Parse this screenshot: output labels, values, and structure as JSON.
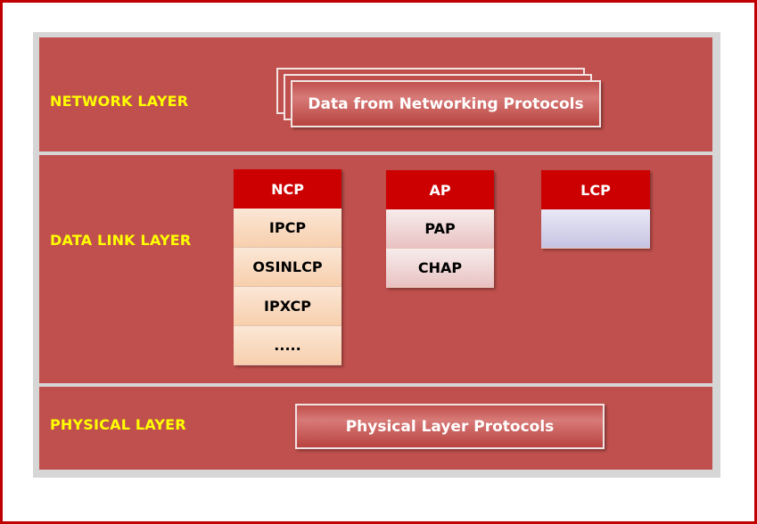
{
  "layers": {
    "network": {
      "label": "NETWORK LAYER",
      "box": "Data from Networking Protocols"
    },
    "datalink": {
      "label": "DATA LINK LAYER",
      "columns": [
        {
          "head": "NCP",
          "items": [
            "IPCP",
            "OSINLCP",
            "IPXCP",
            "....."
          ]
        },
        {
          "head": "AP",
          "items": [
            "PAP",
            "CHAP"
          ]
        },
        {
          "head": "LCP",
          "items": [
            ""
          ]
        }
      ]
    },
    "physical": {
      "label": "PHYSICAL LAYER",
      "box": "Physical Layer Protocols"
    }
  },
  "colors": {
    "layer_background": "#c0504d",
    "label_text": "#ffff00",
    "column_header": "#cc0000",
    "border": "#c00000"
  }
}
